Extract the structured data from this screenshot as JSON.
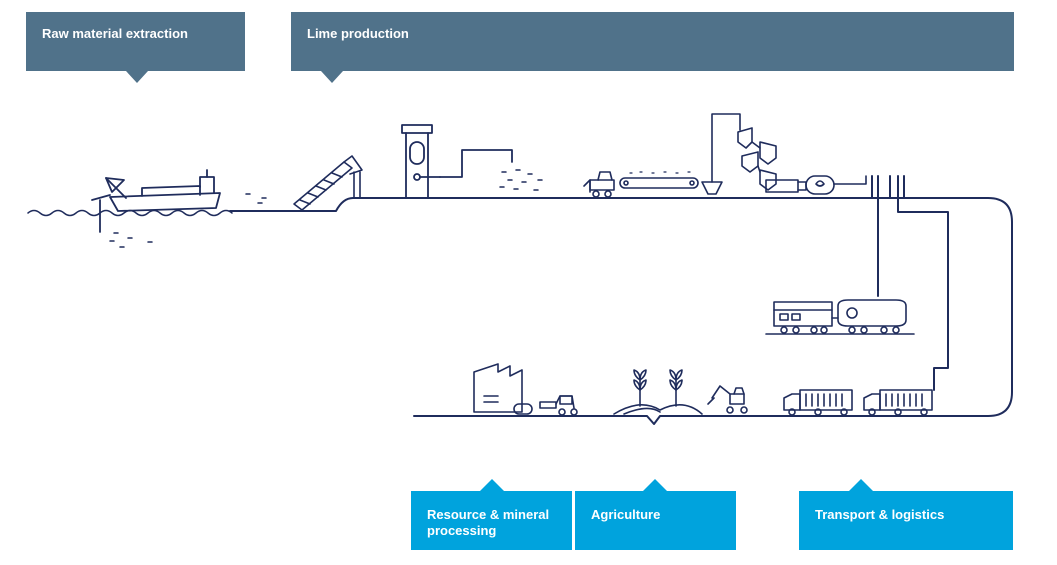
{
  "colors": {
    "stage_box": "#50728a",
    "industry_box": "#00a3dd",
    "line": "#1f2c5c",
    "text": "#ffffff"
  },
  "stages": {
    "raw_material": "Raw material extraction",
    "lime_production": "Lime production"
  },
  "industries": {
    "resource": "Resource & mineral processing",
    "agriculture": "Agriculture",
    "transport": "Transport & logistics"
  },
  "icons": [
    "waves-icon",
    "ship-icon",
    "conveyor-icon",
    "kiln-tower-icon",
    "bulldozer-icon",
    "belt-conveyor-icon",
    "silo-icon",
    "rotary-kiln-icon",
    "train-icon",
    "factory-icon",
    "forklift-icon",
    "plants-icon",
    "excavator-icon",
    "truck-icon"
  ]
}
